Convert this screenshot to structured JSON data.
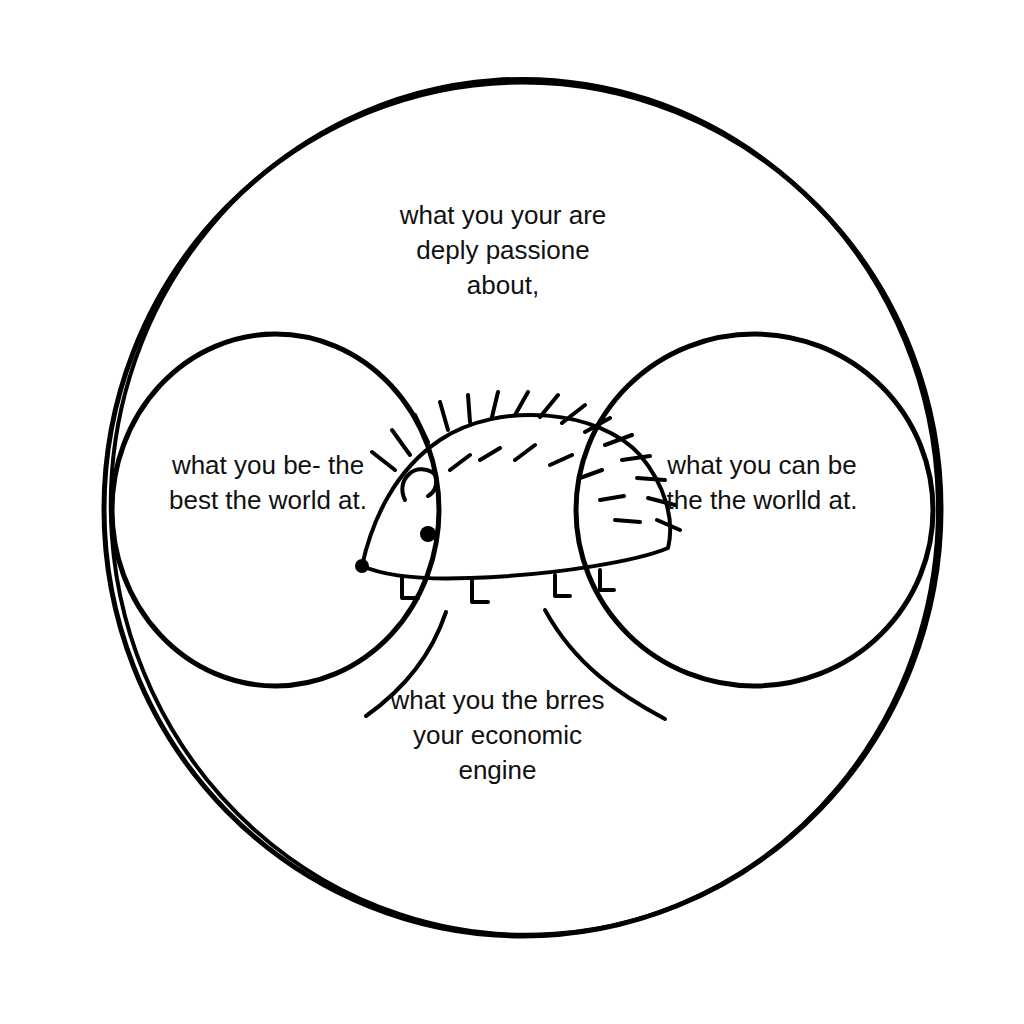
{
  "diagram": {
    "nodes": [
      {
        "text": [
          "what you your are deply passione about,",
          "what you the brres your economic engine"
        ]
      },
      {
        "text": [
          "what you be- the best the world at."
        ],
        "in": 0
      },
      {
        "text": [
          "what you can be the the worlld at."
        ],
        "in": 0
      }
    ]
  }
}
